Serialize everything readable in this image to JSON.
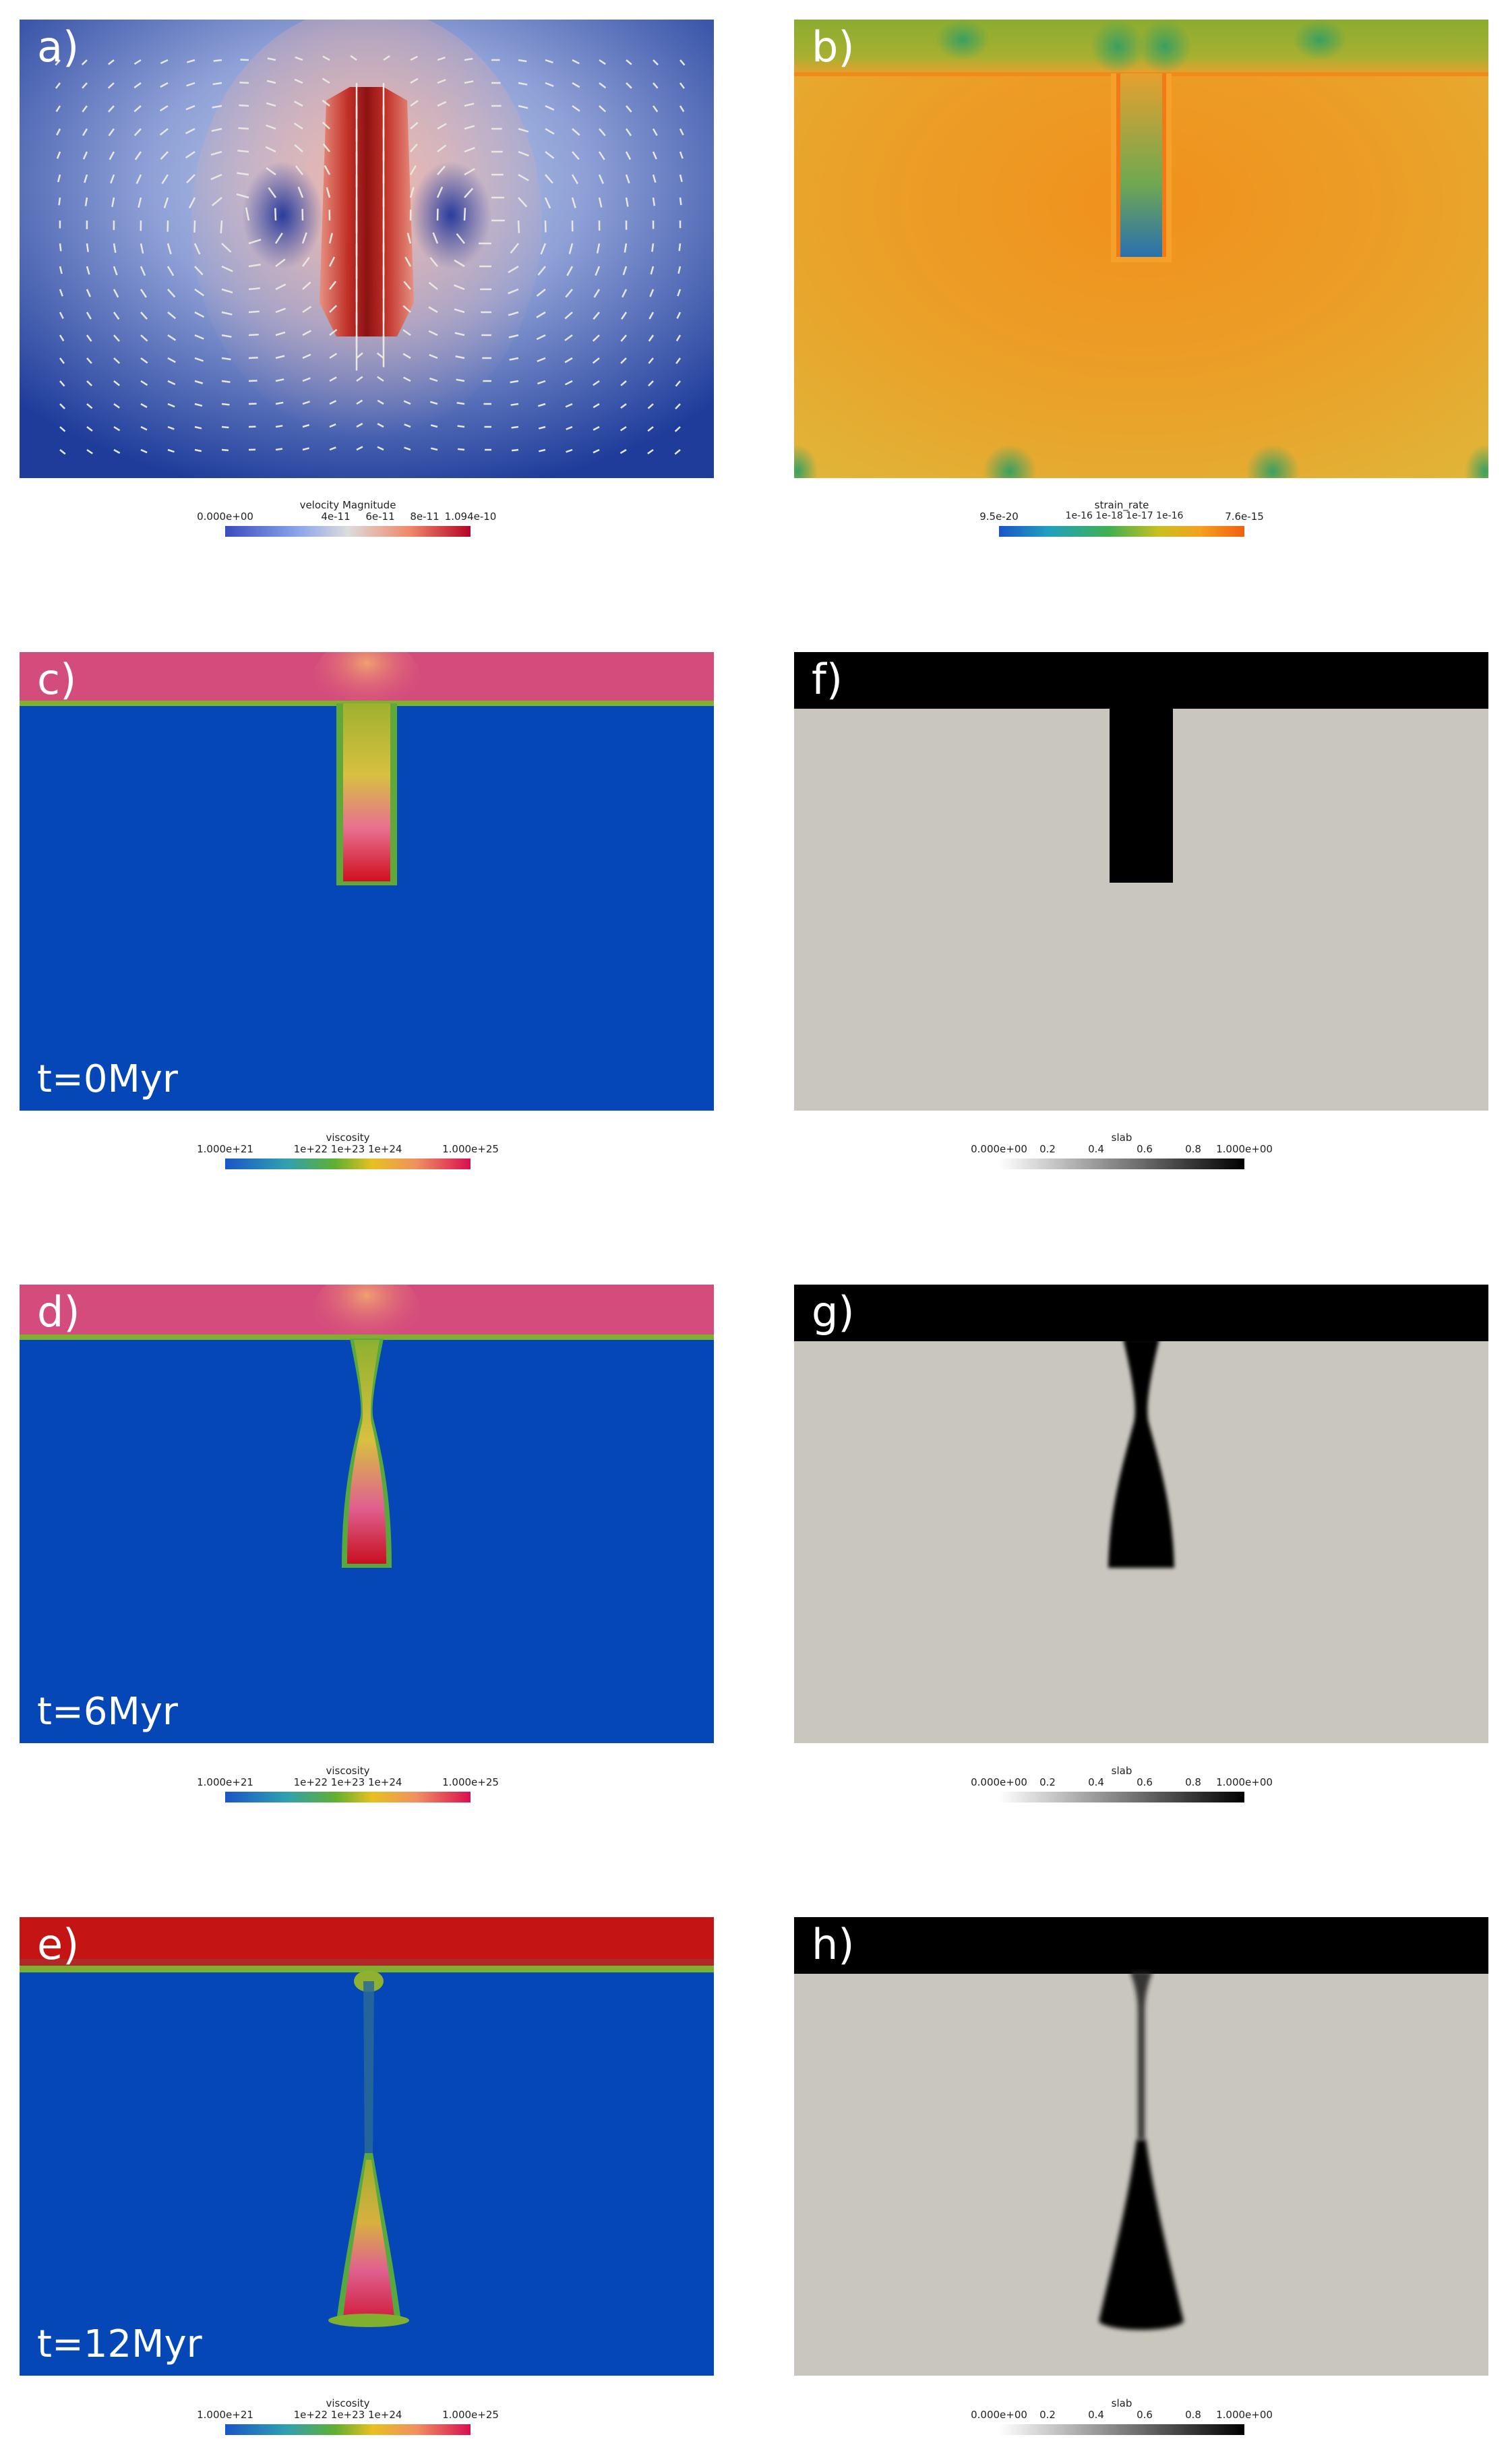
{
  "panels": {
    "a": {
      "label": "a)"
    },
    "b": {
      "label": "b)"
    },
    "c": {
      "label": "c)",
      "time": "t=0Myr"
    },
    "d": {
      "label": "d)",
      "time": "t=6Myr"
    },
    "e": {
      "label": "e)",
      "time": "t=12Myr"
    },
    "f": {
      "label": "f)"
    },
    "g": {
      "label": "g)"
    },
    "h": {
      "label": "h)"
    }
  },
  "colorbars": {
    "velocity": {
      "title": "velocity Magnitude",
      "ticks": [
        "0.000e+00",
        "4e-11",
        "6e-11",
        "8e-11",
        "1.094e-10"
      ]
    },
    "strain": {
      "title": "strain_rate",
      "min": "9.5e-20",
      "mid": "1e-16 1e-18 1e-17 1e-16",
      "max": "7.6e-15"
    },
    "viscosity": {
      "title": "viscosity",
      "min": "1.000e+21",
      "mid": "1e+22 1e+23 1e+24",
      "max": "1.000e+25"
    },
    "slab": {
      "title": "slab",
      "ticks": [
        "0.000e+00",
        "0.2",
        "0.4",
        "0.6",
        "0.8",
        "1.000e+00"
      ]
    }
  },
  "colors": {
    "mantle_blue": "#0647b8",
    "slab_gray": "#c9c6be",
    "slab_black": "#000000",
    "strain_orange": "#f0a020",
    "velocity_bg": "#5a78c8"
  }
}
